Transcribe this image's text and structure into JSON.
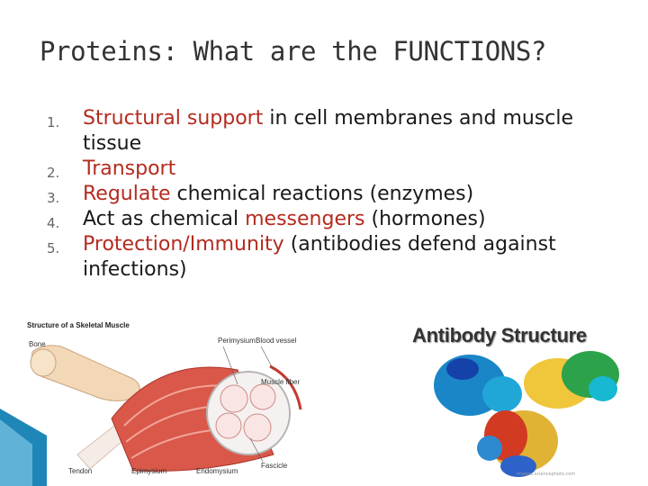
{
  "slide": {
    "title": "Proteins: What are the FUNCTIONS?",
    "items": [
      {
        "number": "1.",
        "highlight": "Structural support",
        "rest": " in cell membranes and muscle tissue"
      },
      {
        "number": "2.",
        "highlight": "Transport",
        "rest": ""
      },
      {
        "number": "3.",
        "highlight": "Regulate",
        "rest": " chemical reactions (enzymes)"
      },
      {
        "number": "4.",
        "lead": "Act as chemical ",
        "highlight": "messengers",
        "rest": " (hormones)"
      },
      {
        "number": "5.",
        "highlight": "Protection/Immunity",
        "rest": " (antibodies defend against infections)"
      }
    ],
    "colors": {
      "highlight": "#b42b1f",
      "title": "#333333",
      "accent": "#1f86b8"
    }
  },
  "muscle_figure": {
    "title": "Structure of a Skeletal Muscle",
    "labels": {
      "bone": "Bone",
      "perimysium": "Perimysium",
      "blood_vessel": "Blood vessel",
      "muscle_fiber": "Muscle fiber",
      "fascicle": "Fascicle",
      "tendon": "Tendon",
      "epimysium": "Epimysium",
      "endomysium": "Endomysium"
    }
  },
  "antibody_figure": {
    "title": "Antibody Structure",
    "caption": "images.sciencephoto.com"
  }
}
